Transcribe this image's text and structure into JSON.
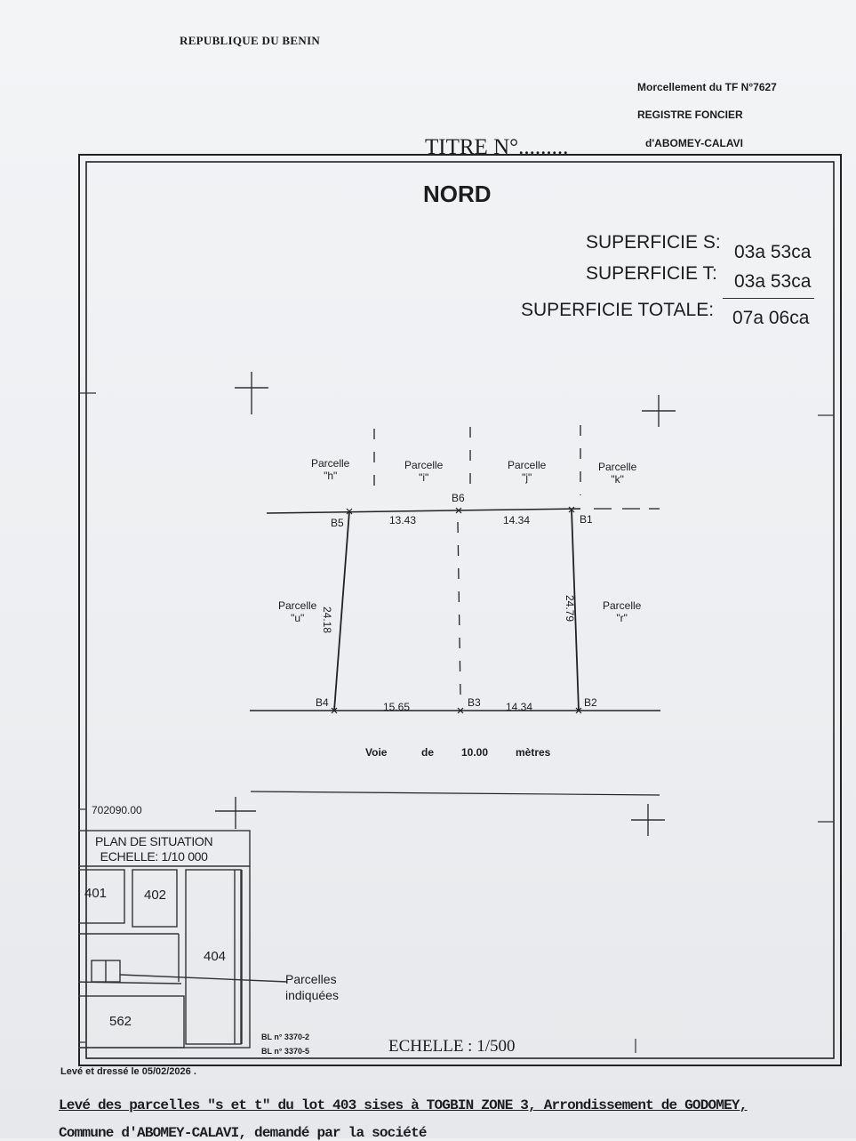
{
  "header": {
    "country": "REPUBLIQUE DU BENIN",
    "ref_line1": "Morcellement du TF N°7627",
    "ref_line2": "REGISTRE FONCIER",
    "ref_line3": "d'ABOMEY-CALAVI",
    "title": "TITRE N°........."
  },
  "plan": {
    "north": "NORD",
    "surface_s_label": "SUPERFICIE S:",
    "surface_s_value": "03a 53ca",
    "surface_t_label": "SUPERFICIE T:",
    "surface_t_value": "03a 53ca",
    "surface_total_label": "SUPERFICIE TOTALE:",
    "surface_total_value": "07a 06ca",
    "parcels": [
      {
        "label": "Parcelle",
        "id": "\"h\""
      },
      {
        "label": "Parcelle",
        "id": "\"i\""
      },
      {
        "label": "Parcelle",
        "id": "\"j\""
      },
      {
        "label": "Parcelle",
        "id": "\"k\""
      },
      {
        "label": "Parcelle",
        "id": "\"u\""
      },
      {
        "label": "Parcelle",
        "id": "\"r\""
      }
    ],
    "boundary_points": [
      "B1",
      "B2",
      "B3",
      "B4",
      "B5",
      "B6"
    ],
    "dimensions": {
      "top_left": "13.43",
      "top_right": "14.34",
      "bottom_left": "15.65",
      "bottom_right": "14.34",
      "left_side": "24.18",
      "right_side": "24.79"
    },
    "road": [
      "Voie",
      "de",
      "10.00",
      "mètres"
    ],
    "coordinate": "702090.00",
    "scale": "ECHELLE  :  1/500"
  },
  "situation": {
    "title_line1": "PLAN DE SITUATION",
    "title_line2": "ECHELLE: 1/10 000",
    "lots": [
      "401",
      "402",
      "404",
      "562"
    ],
    "indicated_line1": "Parcelles",
    "indicated_line2": "indiquées",
    "ref1": "BL n° 3370-2",
    "ref2": "BL n° 3370-5"
  },
  "footer": {
    "date_line": "Levé et dressé le 05/02/2026 .",
    "line1": "Levé des parcelles \"s et t\" du lot 403 sises à TOGBIN ZONE 3, Arrondissement de GODOMEY,",
    "line2": "Commune d'ABOMEY-CALAVI, demandé par la société"
  }
}
